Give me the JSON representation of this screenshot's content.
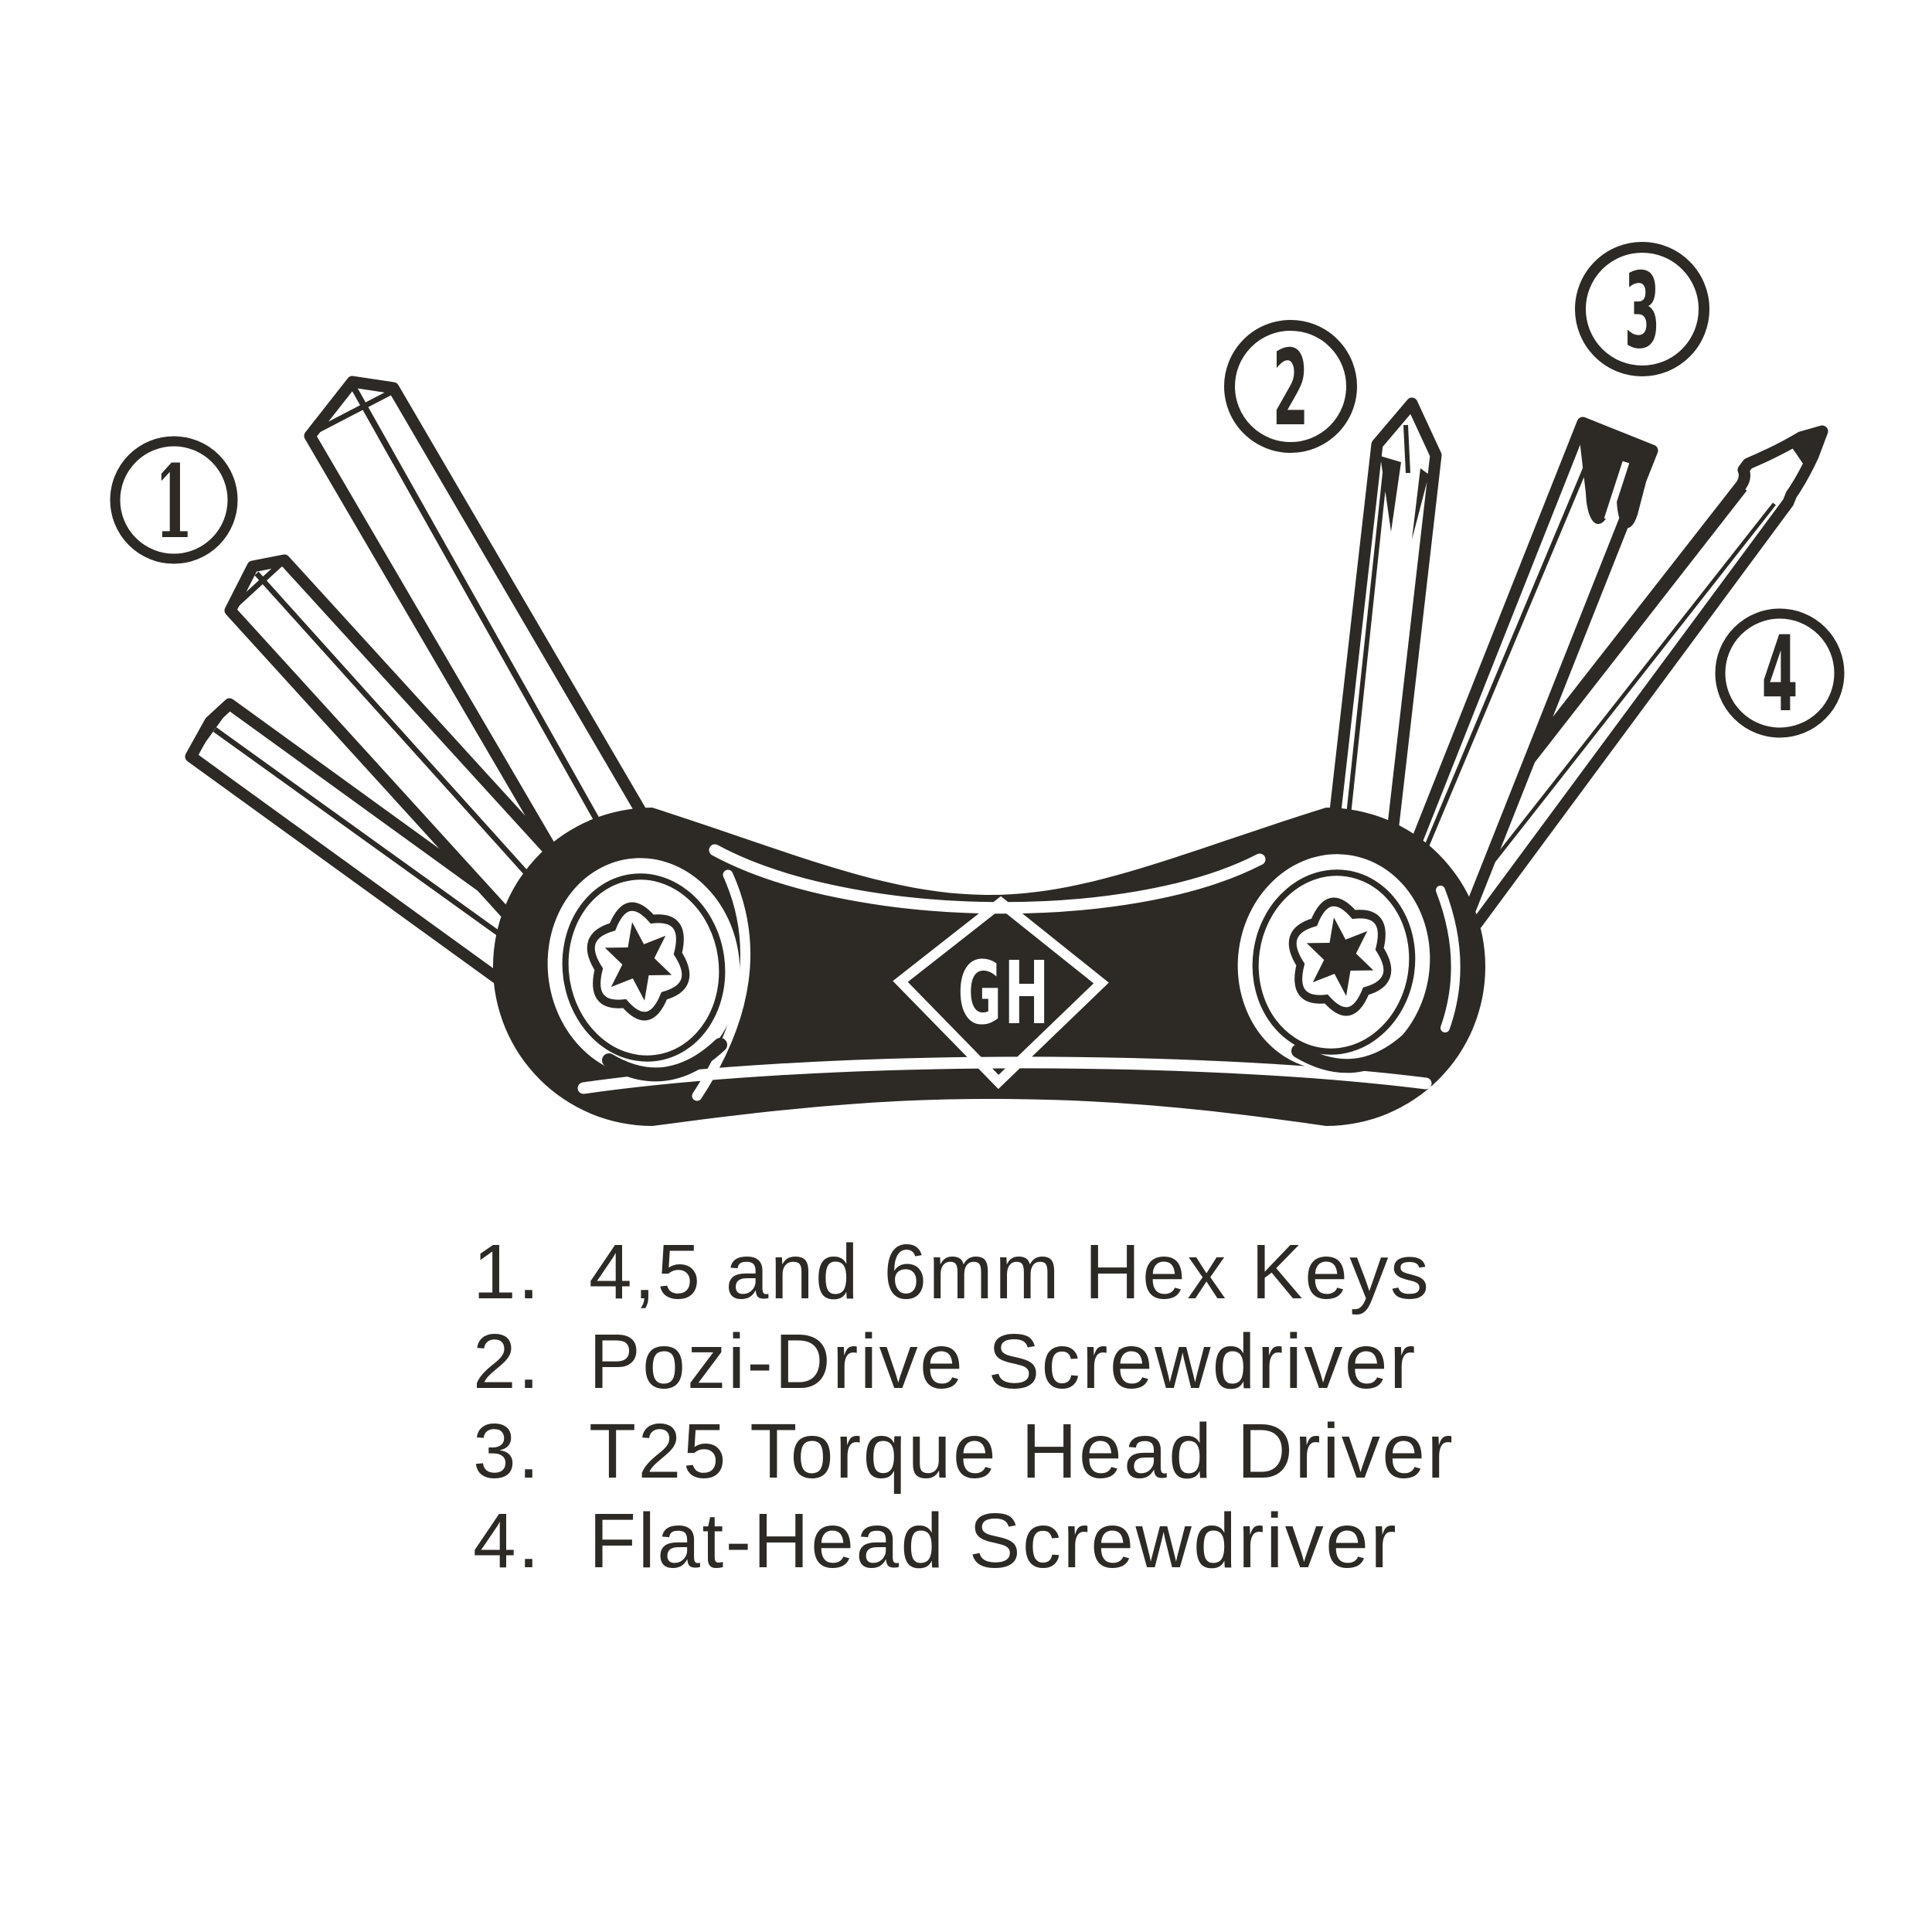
{
  "figure": {
    "background_color": "#ffffff",
    "ink_color": "#2d2a26",
    "monogram": "GH",
    "callouts": [
      {
        "number": "1"
      },
      {
        "number": "2"
      },
      {
        "number": "3"
      },
      {
        "number": "4"
      }
    ],
    "legend": {
      "items": [
        {
          "number": "1.",
          "label": "4,5 and 6mm Hex Keys"
        },
        {
          "number": "2.",
          "label": "Pozi-Drive Screwdriver"
        },
        {
          "number": "3.",
          "label": "T25 Torque Head Driver"
        },
        {
          "number": "4.",
          "label": "Flat-Head Screwdriver"
        }
      ]
    }
  }
}
